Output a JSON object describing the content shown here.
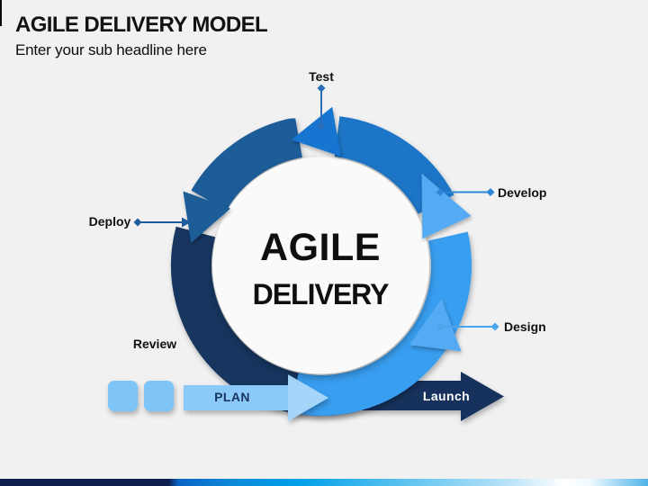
{
  "slide": {
    "title": "AGILE DELIVERY MODEL",
    "subtitle": "Enter your sub headline here",
    "diagram": {
      "center_title_line1": "AGILE",
      "center_title_line2": "DELIVERY",
      "cycle_labels": {
        "top": "Test",
        "right_upper": "Develop",
        "right_lower": "Design",
        "left": "Deploy",
        "bottom_left": "Review"
      },
      "flow_labels": {
        "plan": "PLAN",
        "launch": "Launch"
      }
    },
    "colors": {
      "background": "#F1F1F2",
      "arc_navy": "#16365E",
      "arc_dark_blue": "#1A5B98",
      "arc_medium_blue": "#1B74C6",
      "arc_light_blue": "#379EF0",
      "arrowhead_medium": "#1574D0",
      "arrowhead_dark": "#1A5B97",
      "arrowhead_light": "#55ABF3",
      "plan_body": "#8BCAF8",
      "plan_head": "#A5D6FA",
      "plan_squares": "#7EC4F6",
      "launch_fill": "#16335C",
      "plan_text": "#16365E",
      "launch_text": "#FFFFFF",
      "label_text": "#111111",
      "inner_circle": "#FAFAFB",
      "connector_test": "#2B6CB8",
      "connector_develop": "#2E86D8",
      "connector_design": "#4AA4EA",
      "connector_deploy": "#1E5C9C",
      "bar_navy": "#0E1F4D",
      "bar_blue": "#00A0E8",
      "bar_light_blue": "#BCE4F8",
      "bar_right_blue": "#4FB3E8"
    }
  }
}
